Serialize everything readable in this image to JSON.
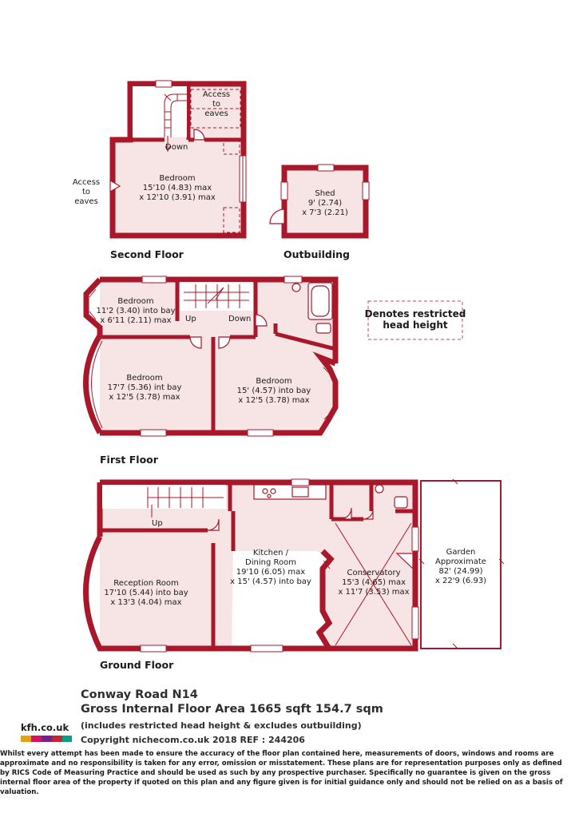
{
  "second_floor": {
    "title": "Second Floor",
    "access_eaves_top": [
      "Access",
      "to",
      "eaves"
    ],
    "access_eaves_left": [
      "Access",
      "to",
      "eaves"
    ],
    "stair_label": "Down",
    "bedroom": {
      "name": "Bedroom",
      "dim1": "15'10 (4.83) max",
      "dim2": "x 12'10 (3.91) max"
    }
  },
  "outbuilding": {
    "title": "Outbuilding",
    "shed": {
      "name": "Shed",
      "dim1": "9' (2.74)",
      "dim2": "x 7'3 (2.21)"
    }
  },
  "legend": {
    "line1": "Denotes restricted",
    "line2": "head height"
  },
  "first_floor": {
    "title": "First Floor",
    "bedroom_small": {
      "name": "Bedroom",
      "dim1": "11'2 (3.40) into bay",
      "dim2": "x 6'11 (2.11) max"
    },
    "bedroom_left": {
      "name": "Bedroom",
      "dim1": "17'7 (5.36) int bay",
      "dim2": "x 12'5 (3.78) max"
    },
    "bedroom_right": {
      "name": "Bedroom",
      "dim1": "15' (4.57) into bay",
      "dim2": "x 12'5 (3.78) max"
    },
    "stair_up": "Up",
    "stair_down": "Down"
  },
  "ground_floor": {
    "title": "Ground Floor",
    "stair_up": "Up",
    "reception": {
      "name": "Reception Room",
      "dim1": "17'10 (5.44) into bay",
      "dim2": "x 13'3 (4.04) max"
    },
    "kitchen": {
      "name1": "Kitchen /",
      "name2": "Dining Room",
      "dim1": "19'10 (6.05) max",
      "dim2": "x 15' (4.57) into bay"
    },
    "conservatory": {
      "name": "Conservatory",
      "dim1": "15'3 (4.65) max",
      "dim2": "x 11'7 (3.53) max"
    },
    "garden": {
      "name": "Garden",
      "name2": "Approximate",
      "dim1": "82' (24.99)",
      "dim2": "x 22'9 (6.93)"
    }
  },
  "footer": {
    "address": "Conway Road  N14",
    "gross_area": "Gross Internal Floor Area 1665 sqft 154.7 sqm",
    "includes": "(includes restricted head height & excludes outbuilding)",
    "copyright": "Copyright nichecom.co.uk 2018 REF : 244206",
    "logo": "kfh.co.uk",
    "logo_colors": [
      "#e4a11b",
      "#d4145a",
      "#7a1e8c",
      "#c1272d",
      "#0a9d8a"
    ],
    "disclaimer": "Whilst every attempt has been made to ensure the accuracy of the floor plan contained here, measurements of doors, windows and rooms are approximate and no responsibility is taken for any error, omission or misstatement.  These plans are for representation purposes only as defined by RICS Code of Measuring Practice and should be used as such by any prospective purchaser.  Specifically no guarantee is given on the gross internal floor area of the property if quoted on this plan and any figure given is for initial guidance only and should not be relied on as a basis of valuation."
  },
  "colors": {
    "wall": "#a8172a",
    "room_fill": "#f7e4e4"
  }
}
